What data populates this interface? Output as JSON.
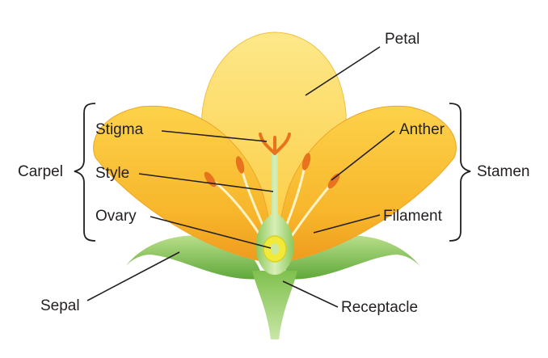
{
  "labels": {
    "petal": "Petal",
    "stigma": "Stigma",
    "style": "Style",
    "ovary": "Ovary",
    "carpel": "Carpel",
    "anther": "Anther",
    "filament": "Filament",
    "stamen": "Stamen",
    "sepal": "Sepal",
    "receptacle": "Receptacle"
  },
  "colors": {
    "petal_light": "#fde27a",
    "petal_mid": "#fcc93a",
    "petal_deep": "#f5a623",
    "petal_edge": "#e8901c",
    "sepal_light": "#a8d67a",
    "sepal_dark": "#5fa83a",
    "anther": "#e8731f",
    "ovary": "#f2ea3a",
    "text": "#231f20"
  }
}
